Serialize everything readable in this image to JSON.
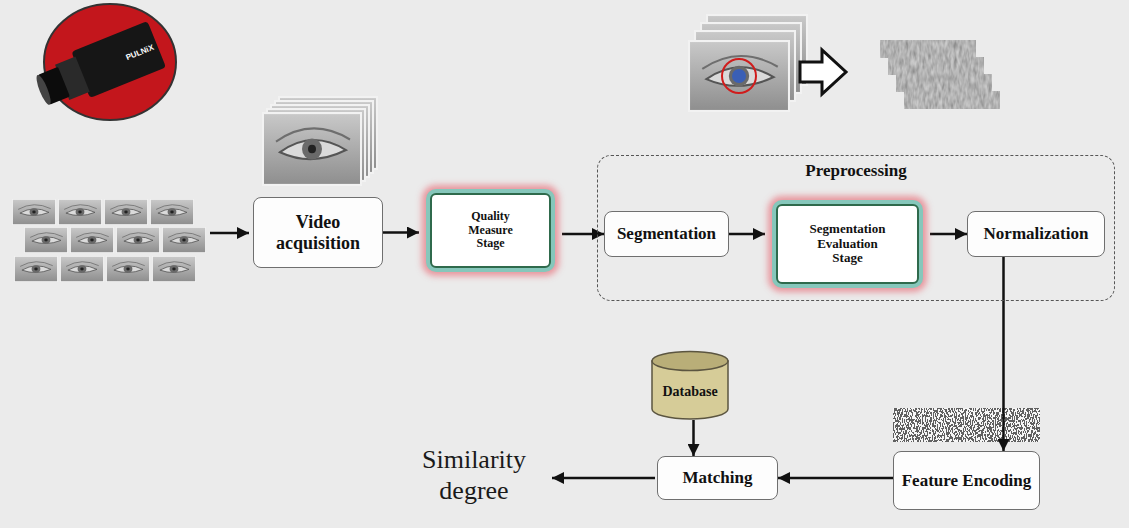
{
  "diagram": {
    "nodes": [
      {
        "text": [
          "Video acquisition"
        ]
      },
      {
        "text": [
          "Quality Measure Stage"
        ]
      },
      {
        "text": [
          "Preprocessing"
        ]
      },
      {
        "text": [
          "Segmentation"
        ],
        "in": 2
      },
      {
        "text": [
          "Segmentation Evaluation Stage"
        ],
        "in": 2
      },
      {
        "text": [
          "Normalization"
        ],
        "in": 2
      },
      {
        "text": [
          "Database"
        ]
      },
      {
        "text": [
          "Matching"
        ]
      },
      {
        "text": [
          "Feature Encoding"
        ]
      }
    ],
    "edges": [
      {
        "from": 0,
        "to": 1,
        "arrow": "to"
      },
      {
        "from": 1,
        "to": 3,
        "arrow": "to"
      },
      {
        "from": 3,
        "to": 4,
        "arrow": "to"
      },
      {
        "from": 4,
        "to": 5,
        "arrow": "to"
      },
      {
        "from": 5,
        "to": 8,
        "arrow": "to"
      },
      {
        "from": 8,
        "to": 7,
        "arrow": "to"
      },
      {
        "from": 6,
        "to": 7,
        "arrow": "to"
      }
    ],
    "labels": [
      "PULNiX",
      "Similarity degree"
    ]
  }
}
